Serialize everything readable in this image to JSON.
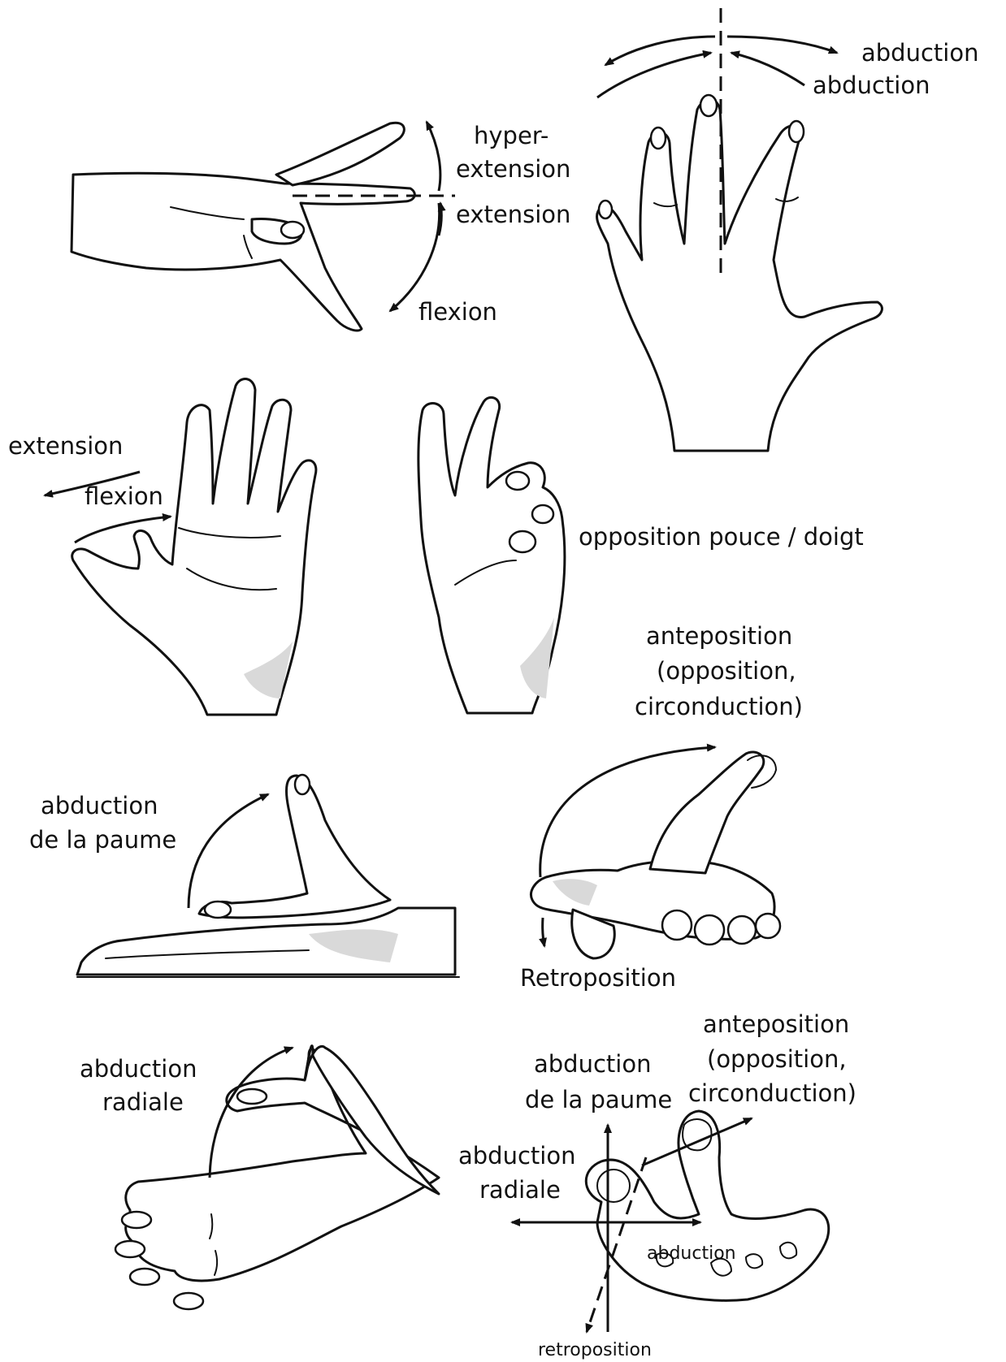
{
  "labels": {
    "abduction_top1": "abduction",
    "abduction_top2": "abduction",
    "hyper": "hyper-",
    "hyperextension": "extension",
    "extension_top": "extension",
    "flexion_top": "flexion",
    "extension_left": "extension",
    "flexion_left": "flexion",
    "opposition": "opposition pouce / doigt",
    "anteposition1_l1": "anteposition",
    "anteposition1_l2": "(opposition,",
    "anteposition1_l3": "circonduction)",
    "abduction_paume_l1": "abduction",
    "abduction_paume_l2": "de la paume",
    "retroposition1": "Retroposition",
    "anteposition2_l1": "anteposition",
    "anteposition2_l2": "(opposition,",
    "anteposition2_l3": "circonduction)",
    "abduction_radiale_l1": "abduction",
    "abduction_radiale_l2": "radiale",
    "abduction_paume2_l1": "abduction",
    "abduction_paume2_l2": "de la paume",
    "abduction_radiale2_l1": "abduction",
    "abduction_radiale2_l2": "radiale",
    "abduction_small": "abduction",
    "retroposition2": "retroposition"
  }
}
